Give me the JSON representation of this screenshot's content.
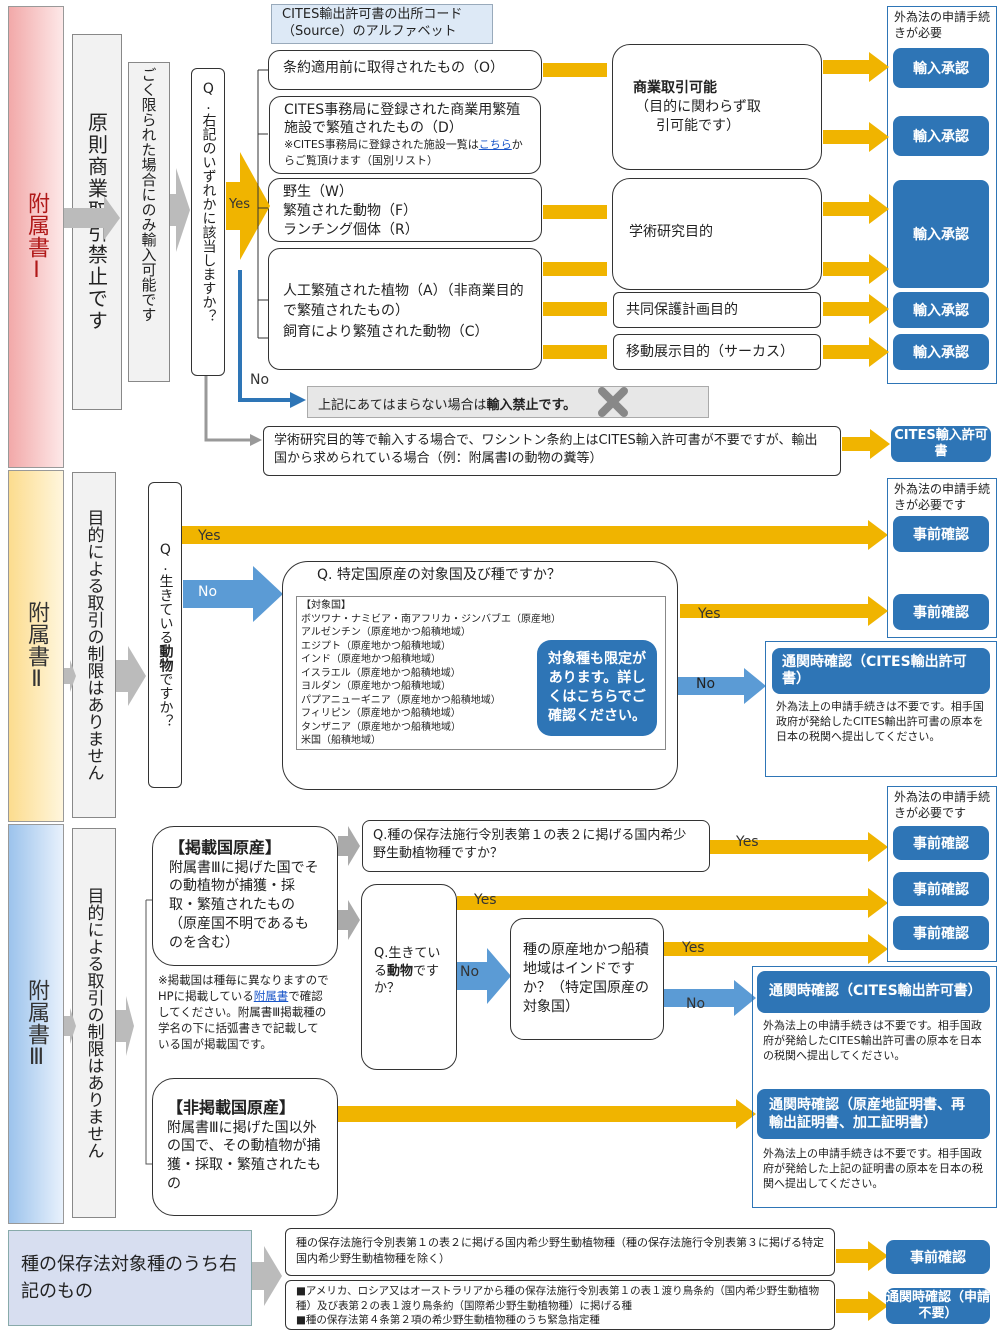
{
  "appendix1": {
    "label": "附属書Ⅰ",
    "rule": "原則商業取引禁止です",
    "limited": "ごく限られた場合にのみ輸入可能です",
    "question": "Q.右記のいずれかに該当しますか？",
    "source_header": "CITES輸出許可書の出所コード（Source）のアルファベット",
    "source_o": "条約適用前に取得されたもの（O）",
    "source_d_line1": "CITES事務局に登録された商業用繁殖施設で繁殖されたもの（D）",
    "source_d_note_a": "※CITES事務局に登録された施設一覧は",
    "source_d_note_link": "こちら",
    "source_d_note_b": "からご覧頂けます（国別リスト）",
    "source_wfr": "野生（W）\n繁殖された動物（F）\nランチング個体（R）",
    "source_ac": "人工繁殖された植物（A）（非商業目的で繁殖されたもの）\n飼育により繁殖された動物（C）",
    "commercial_title": "商業取引可能",
    "commercial_sub": "（目的に関わらず取引可能です）",
    "research": "学術研究目的",
    "joint": "共同保護計画目的",
    "circus": "移動展示目的（サーカス）",
    "yes": "Yes",
    "no": "No",
    "forbidden_a": "上記にあてはまらない場合は",
    "forbidden_b": "輸入禁止です。",
    "research_note": "学術研究目的等で輸入する場合で、ワシントン条約上はCITES輸入許可書が不要ですが、輸出国から求められている場合（例：附属書Ⅰの動物の糞等）",
    "fx_header": "外為法の申請手続きが必要",
    "import_approval": "輸入承認",
    "cites_import": "CITES輸入許可書"
  },
  "appendix2": {
    "label": "附属書Ⅱ",
    "rule": "目的による取引の制限はありません",
    "question_a": "Q.生きている",
    "question_b": "動物",
    "question_c": "ですか？",
    "yes": "Yes",
    "no": "No",
    "q2": "Q. 特定国原産の対象国及び種ですか？",
    "countries_header": "【対象国】",
    "countries": [
      "ボツワナ・ナミビア・南アフリカ・ジンバブエ（原産地）",
      "アルゼンチン（原産地かつ船積地域）",
      "エジプト（原産地かつ船積地域）",
      "インド（原産地かつ船積地域）",
      "イスラエル（原産地かつ船積地域）",
      "ヨルダン（原産地かつ船積地域）",
      "パプアニューギニア（原産地かつ船積地域）",
      "フィリピン（原産地かつ船積地域）",
      "タンザニア（原産地かつ船積地域）",
      "米国（船積地域）"
    ],
    "limited_species": "対象種も限定があります。詳しくはこちらでご確認ください。",
    "fx_header": "外為法の申請手続きが必要です",
    "prior_check": "事前確認",
    "customs_title": "通関時確認（CITES輸出許可書）",
    "customs_text": "外為法上の申請手続きは不要です。相手国政府が発給したCITES輸出許可書の原本を日本の税関へ提出してください。"
  },
  "appendix3": {
    "label": "附属書Ⅲ",
    "rule": "目的による取引の制限はありません",
    "listed_title": "【掲載国原産】",
    "listed_text": "附属書Ⅲに掲げた国でその動植物が捕獲・採取・繁殖されたもの（原産国不明であるものを含む）",
    "listed_note_a": "※掲載国は種毎に異なりますのでHPに掲載している",
    "listed_note_link": "附属書",
    "listed_note_b": "で確認してください。附属書Ⅲ掲載種の学名の下に括弧書きで記載している国が掲載国です。",
    "q_domestic": "Q.種の保存法施行令別表第１の表２に掲げる国内希少野生動植物種ですか？",
    "q_animal_a": "Q.生きている",
    "q_animal_b": "動物",
    "q_animal_c": "ですか？",
    "q_india": "種の原産地かつ船積地域はインドですか？（特定国原産の対象国）",
    "yes": "Yes",
    "no": "No",
    "nonlisted_title": "【非掲載国原産】",
    "nonlisted_text": "附属書Ⅲに掲げた国以外の国で、その動植物が捕獲・採取・繁殖されたもの",
    "fx_header": "外為法の申請手続きが必要です",
    "prior_check": "事前確認",
    "customs_title": "通関時確認（CITES輸出許可書）",
    "customs_text": "外為法上の申請手続きは不要です。相手国政府が発給したCITES輸出許可書の原本を日本の税関へ提出してください。",
    "customs2_title": "通関時確認（原産地証明書、再輸出証明書、加工証明書）",
    "customs2_text": "外為法上の申請手続きは不要です。相手国政府が発給した上記の証明書の原本を日本の税関へ提出してください。"
  },
  "species_law": {
    "label": "種の保存法対象種のうち右記のもの",
    "item1": "種の保存法施行令別表第１の表２に掲げる国内希少野生動植物種（種の保存法施行令別表第３に掲げる特定国内希少野生動植物種を除く）",
    "item2": "■アメリカ、ロシア又はオーストラリアから種の保存法施行令別表第１の表１渡り鳥条約（国内希少野生動植物種）及び表第２の表１渡り鳥条約（国際希少野生動植物種）に掲げる種\n■種の保存法第４条第２項の希少野生動植物種のうち緊急指定種",
    "prior_check": "事前確認",
    "customs_none": "通関時確認（申請不要）"
  },
  "colors": {
    "blue": "#2e75b6",
    "gold": "#f0b400",
    "red_band": "#f4c7c7",
    "yellow_band": "#fdefc6",
    "blue_band": "#cfe2f7"
  }
}
